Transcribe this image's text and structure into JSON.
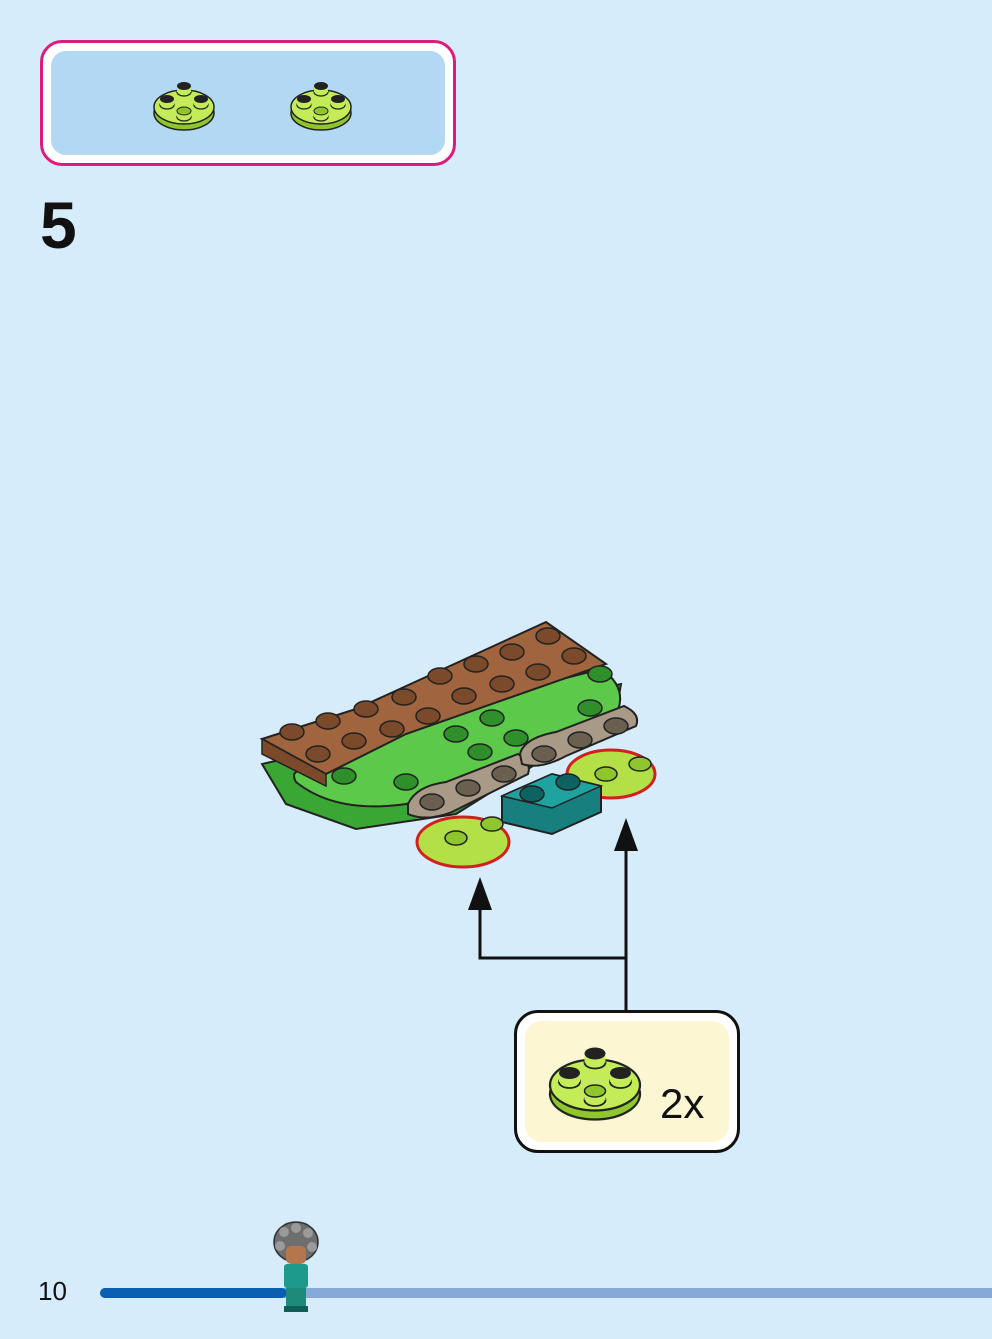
{
  "step": {
    "number": "5"
  },
  "parts_panel": {
    "parts": [
      {
        "icon": "lime-round-plate-2x2-icon",
        "color": "#b3e046"
      },
      {
        "icon": "lime-round-plate-2x2-icon",
        "color": "#b3e046"
      }
    ],
    "border_color": "#e0197d",
    "background_color": "#b2d8f4"
  },
  "callout": {
    "quantity": "2x",
    "part_icon": "lime-round-plate-2x2-icon",
    "background_color": "#fdf6d3"
  },
  "footer": {
    "page_number": "10",
    "progress_fraction": 0.21,
    "progress_color": "#0a5fb3",
    "track_color": "#86a9d8"
  },
  "colors": {
    "page_background": "#d6ecfa",
    "brown": "#a0653e",
    "green": "#5dc94a",
    "lime": "#b3e046",
    "tan": "#a89a86",
    "teal": "#1a9a9a"
  }
}
